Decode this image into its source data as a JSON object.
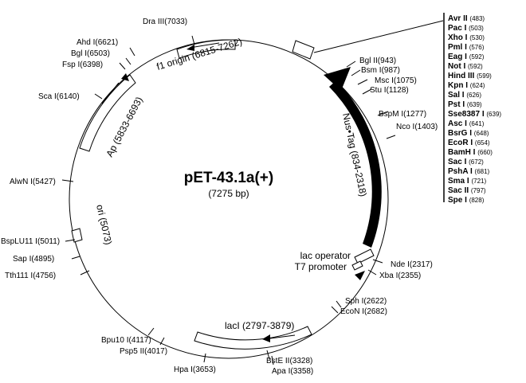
{
  "plasmid": {
    "name": "pET-43.1a(+)",
    "size": "(7275 bp)"
  },
  "features": {
    "f1": "f1 origin (6815-7262)",
    "ap": "Ap (5833-6693)",
    "ori": "ori (5073)",
    "laci": "lacI (2797-3879)",
    "nus": "Nus•Tag (834-2318)",
    "lac_operator": "lac operator",
    "t7_promoter": "T7 promoter"
  },
  "sites": [
    {
      "name": "Dra III",
      "pos": "(7033)"
    },
    {
      "name": "Ahd I",
      "pos": "(6621)"
    },
    {
      "name": "Bgl I",
      "pos": "(6503)"
    },
    {
      "name": "Fsp I",
      "pos": "(6398)"
    },
    {
      "name": "Sca I",
      "pos": "(6140)"
    },
    {
      "name": "AlwN I",
      "pos": "(5427)"
    },
    {
      "name": "BspLU11 I",
      "pos": "(5011)"
    },
    {
      "name": "Sap I",
      "pos": "(4895)"
    },
    {
      "name": "Tth111 I",
      "pos": "(4756)"
    },
    {
      "name": "Bpu10 I",
      "pos": "(4117)"
    },
    {
      "name": "Psp5 II",
      "pos": "(4017)"
    },
    {
      "name": "Hpa I",
      "pos": "(3653)"
    },
    {
      "name": "BstE II",
      "pos": "(3328)"
    },
    {
      "name": "Apa I",
      "pos": "(3358)"
    },
    {
      "name": "EcoN I",
      "pos": "(2682)"
    },
    {
      "name": "Sph I",
      "pos": "(2622)"
    },
    {
      "name": "Xba I",
      "pos": "(2355)"
    },
    {
      "name": "Nde I",
      "pos": "(2317)"
    },
    {
      "name": "Nco I",
      "pos": "(1403)"
    },
    {
      "name": "BspM I",
      "pos": "(1277)"
    },
    {
      "name": "Stu I",
      "pos": "(1128)"
    },
    {
      "name": "Msc I",
      "pos": "(1075)"
    },
    {
      "name": "Bsm I",
      "pos": "(987)"
    },
    {
      "name": "Bgl II",
      "pos": "(943)"
    }
  ],
  "mcs": [
    {
      "name": "Avr II",
      "pos": "(483)"
    },
    {
      "name": "Pac I",
      "pos": "(503)"
    },
    {
      "name": "Xho I",
      "pos": "(530)"
    },
    {
      "name": "Pml I",
      "pos": "(576)"
    },
    {
      "name": "Eag I",
      "pos": "(592)"
    },
    {
      "name": "Not I",
      "pos": "(592)"
    },
    {
      "name": "Hind III",
      "pos": "(599)"
    },
    {
      "name": "Kpn I",
      "pos": "(624)"
    },
    {
      "name": "Sal I",
      "pos": "(626)"
    },
    {
      "name": "Pst I",
      "pos": "(639)"
    },
    {
      "name": "Sse8387 I",
      "pos": "(639)"
    },
    {
      "name": "Asc I",
      "pos": "(641)"
    },
    {
      "name": "BsrG I",
      "pos": "(648)"
    },
    {
      "name": "EcoR I",
      "pos": "(654)"
    },
    {
      "name": "BamH I",
      "pos": "(660)"
    },
    {
      "name": "Sac I",
      "pos": "(672)"
    },
    {
      "name": "PshA I",
      "pos": "(681)"
    },
    {
      "name": "Sma I",
      "pos": "(721)"
    },
    {
      "name": "Sac II",
      "pos": "(797)"
    },
    {
      "name": "Spe I",
      "pos": "(828)"
    }
  ]
}
